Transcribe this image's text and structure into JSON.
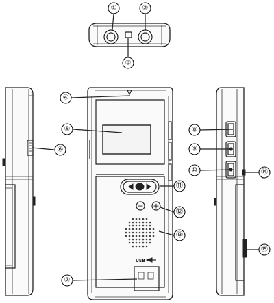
{
  "diagram": {
    "callouts": [
      {
        "id": "c1",
        "label": "①"
      },
      {
        "id": "c2",
        "label": "②"
      },
      {
        "id": "c3",
        "label": "③"
      },
      {
        "id": "c4",
        "label": "④"
      },
      {
        "id": "c5",
        "label": "⑤"
      },
      {
        "id": "c6",
        "label": "⑥"
      },
      {
        "id": "c7",
        "label": "⑦"
      },
      {
        "id": "c8",
        "label": "⑧"
      },
      {
        "id": "c9",
        "label": "⑨"
      },
      {
        "id": "c10",
        "label": "⑩"
      },
      {
        "id": "c11",
        "label": "⑪"
      },
      {
        "id": "c12",
        "label": "⑫"
      },
      {
        "id": "c13",
        "label": "⑬"
      },
      {
        "id": "c14",
        "label": "⑭"
      },
      {
        "id": "c15",
        "label": "⑮"
      }
    ],
    "usb_label": "USB",
    "minus_symbol": "−",
    "plus_symbol": "+"
  }
}
